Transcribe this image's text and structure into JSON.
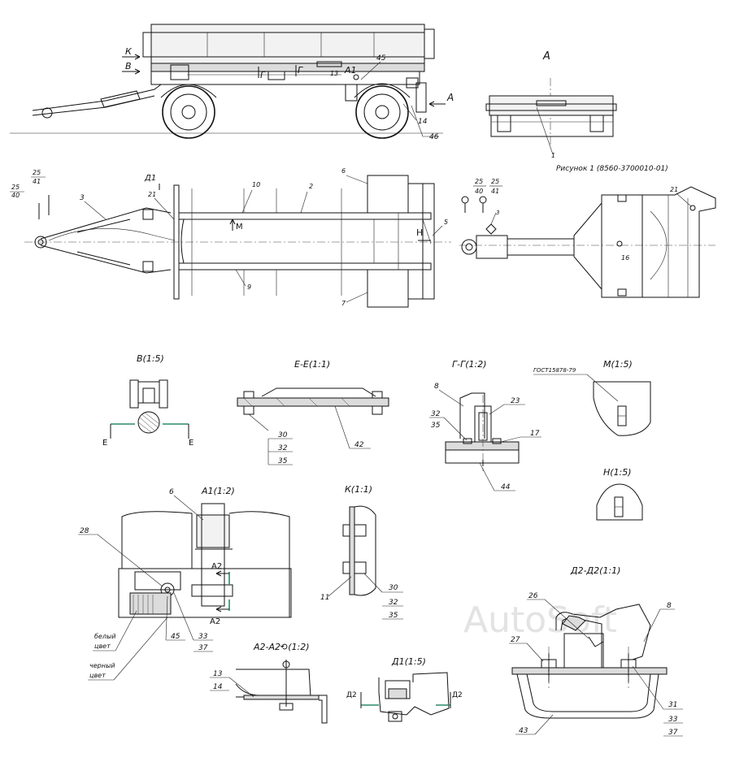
{
  "figure": {
    "caption": "Рисунок 1 (8560-3700010-01)",
    "watermark": "AutoSoft"
  },
  "views": {
    "A_title": "А",
    "section_letters": {
      "K": "К",
      "B": "В",
      "A1": "А1",
      "G1": "Г",
      "G2": "Г",
      "A_arrow": "А",
      "M": "М",
      "H": "Н",
      "D1": "Д1"
    },
    "B": "В(1:5)",
    "EE": "Е-Е(1:1)",
    "GG": "Г-Г(1:2)",
    "M": "М(1:5)",
    "gost": "ГОСТ15878-79",
    "H": "Н(1:5)",
    "A1": "А1(1:2)",
    "K": "К(1:1)",
    "A2A2": "А2-А2⟲(1:2)",
    "D1": "Д1(1:5)",
    "D2D2": "Д2-Д2(1:1)",
    "E_mark": "Е",
    "A2_mark": "А2",
    "D2_mark": "Д2"
  },
  "notes": {
    "white": [
      "белый",
      "цвет"
    ],
    "black": [
      "черный",
      "цвет"
    ]
  },
  "callouts": {
    "c45": "45",
    "c13": "13",
    "c14": "14",
    "c46": "46",
    "c1": "1",
    "c25": "25",
    "c41": "41",
    "c40": "40",
    "c3": "3",
    "c21": "21",
    "c10": "10",
    "c2": "2",
    "c6": "6",
    "c5": "5",
    "c9": "9",
    "c7": "7",
    "c16": "16",
    "c42": "42",
    "c30": "30",
    "c32": "32",
    "c35": "35",
    "c8": "8",
    "c23": "23",
    "c17": "17",
    "c44": "44",
    "c28": "28",
    "c33": "33",
    "c37": "37",
    "c11": "11",
    "c26": "26",
    "c27": "27",
    "c31": "31",
    "c43": "43"
  }
}
